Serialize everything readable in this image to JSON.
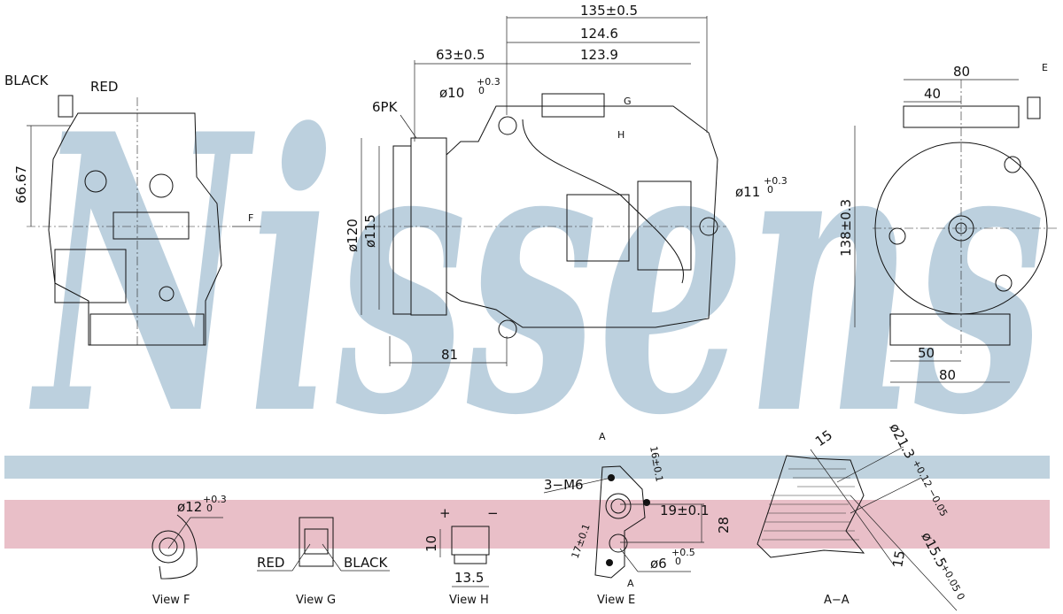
{
  "watermark": {
    "brand": "Nissens",
    "band_colors": {
      "blue": "#bfd2de",
      "pink": "#e9bfc8"
    }
  },
  "main_view": {
    "dims": {
      "d135": "135±0.5",
      "d124": "124.6",
      "d123": "123.9",
      "d63": "63±0.5",
      "d10": "ø10",
      "d10_tol_up": "+0.3",
      "d10_tol_lo": "0",
      "pk": "6PK",
      "g": "G",
      "h": "H",
      "d11": "ø11",
      "d11_tol_up": "+0.3",
      "d11_tol_lo": "0",
      "d120": "ø120",
      "d115": "ø115",
      "d81": "81"
    }
  },
  "left_view": {
    "black": "BLACK",
    "red": "RED",
    "d66": "66.67",
    "f": "F"
  },
  "right_view": {
    "d80top": "80",
    "d40": "40",
    "e": "E",
    "d138": "138±0.3",
    "d50": "50",
    "d80bot": "80"
  },
  "view_f": {
    "label": "View F",
    "dim": "ø12",
    "tol_up": "+0.3",
    "tol_lo": "0"
  },
  "view_g": {
    "label": "View G",
    "red": "RED",
    "black": "BLACK"
  },
  "view_h": {
    "label": "View H",
    "plus": "+",
    "minus": "−",
    "d10": "10",
    "d13": "13.5"
  },
  "view_e": {
    "label": "View E",
    "a_top": "A",
    "a_bot": "A",
    "m6": "3−M6",
    "d16": "16±0.1",
    "d19": "19±0.1",
    "d28": "28",
    "d17": "17±0.1",
    "d6": "ø6",
    "d6_tol_up": "+0.5",
    "d6_tol_lo": "0"
  },
  "section_aa": {
    "label": "A−A",
    "d15a": "15",
    "d21": "ø21.3",
    "d21_tol": "+0.12 −0.05",
    "d15b": "15",
    "d15_5": "ø15.5",
    "d15_5_tol": "+0.05 0"
  }
}
